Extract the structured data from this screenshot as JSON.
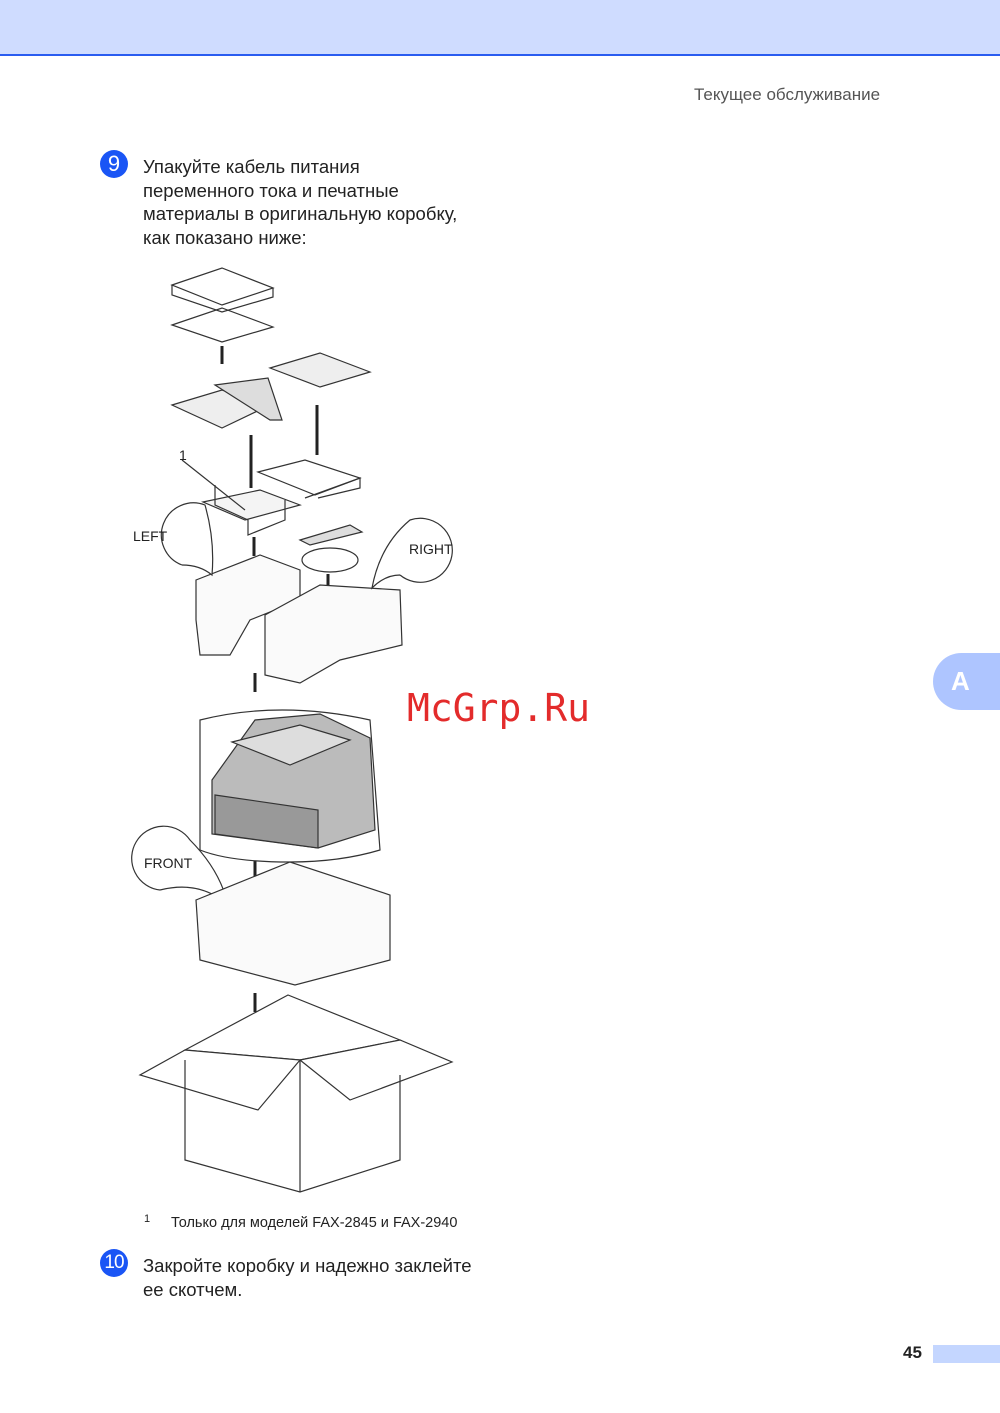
{
  "header": {
    "section_title": "Текущее обслуживание"
  },
  "steps": [
    {
      "number": "9",
      "lines": [
        "Упакуйте кабель питания",
        "переменного тока и печатные",
        "материалы в оригинальную коробку,",
        "как показано ниже:"
      ]
    },
    {
      "number": "10",
      "lines": [
        "Закройте коробку и надежно заклейте",
        "ее скотчем."
      ]
    }
  ],
  "figure": {
    "callout": "1",
    "labels": {
      "left": "LEFT",
      "right": "RIGHT",
      "front": "FRONT"
    }
  },
  "footnote": {
    "marker": "1",
    "text": "Только для моделей FAX-2845 и FAX-2940"
  },
  "side_tab": "A",
  "watermark": "McGrp.Ru",
  "page_number": "45"
}
